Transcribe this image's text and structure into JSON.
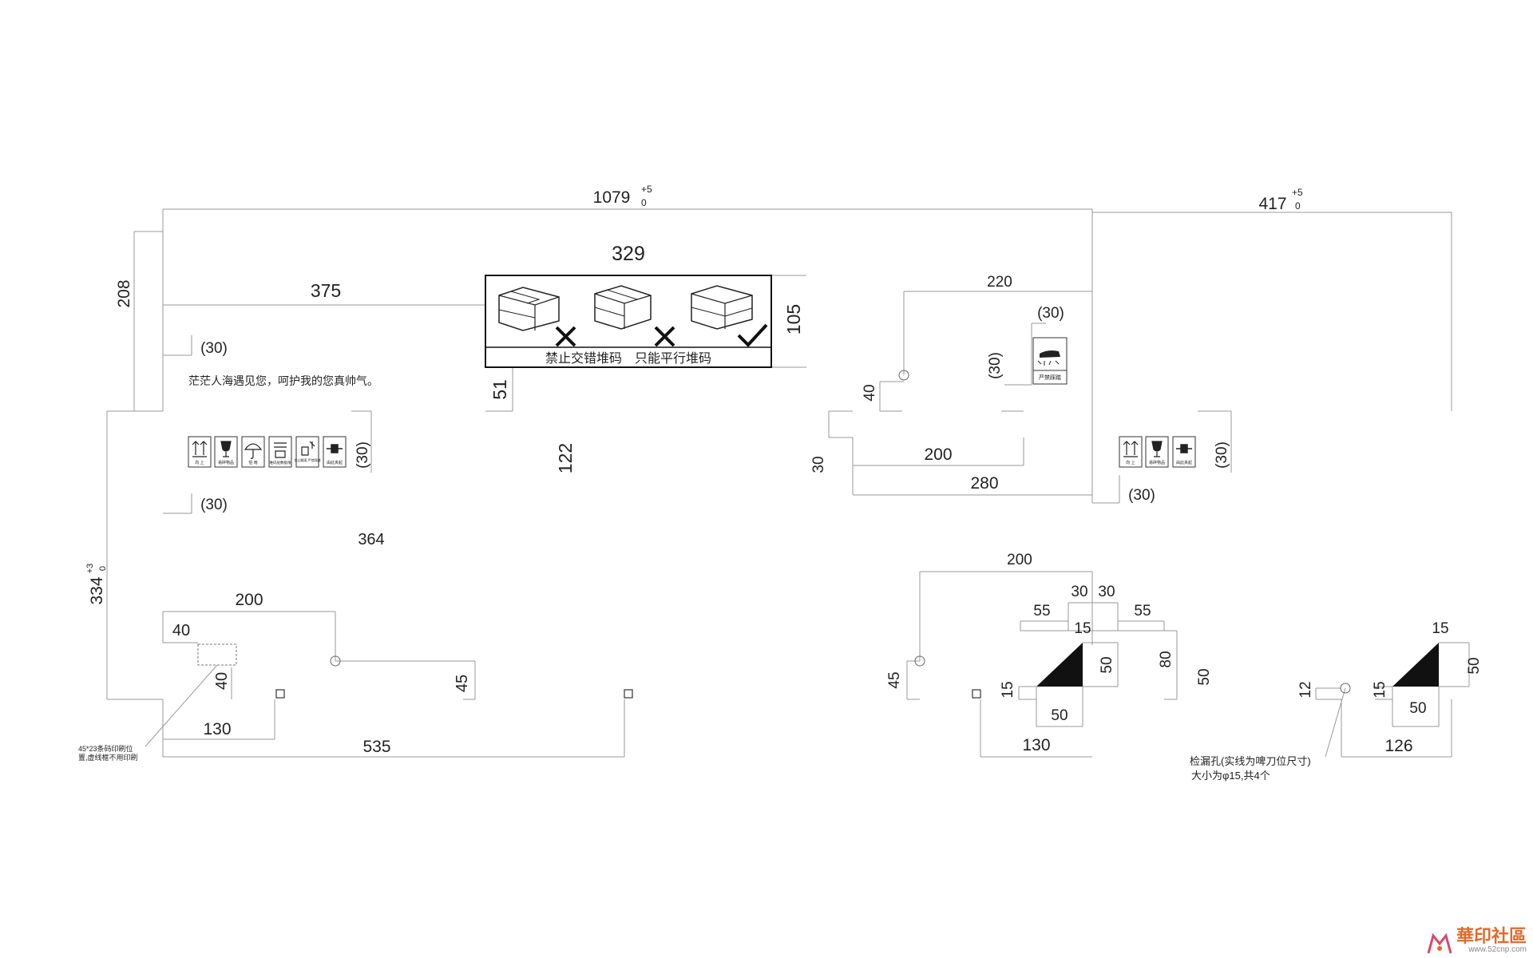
{
  "dimensions": {
    "total_width": "1079",
    "total_tol_plus": "+5",
    "total_tol_zero": "0",
    "right_width": "417",
    "right_tol_plus": "+5",
    "right_tol_zero": "0",
    "left_height": "208",
    "left_height_lower": "334",
    "left_height_tol_plus": "+3",
    "left_height_tol_zero": "0",
    "d375": "375",
    "d329": "329",
    "d105": "105",
    "d51": "51",
    "d122": "122",
    "d364": "364",
    "d220": "220",
    "d40a": "40",
    "d30a": "30",
    "d200a": "200",
    "d280": "280",
    "d200b": "200",
    "d40b": "40",
    "d40c": "40",
    "d45a": "45",
    "d130a": "130",
    "d535": "535",
    "d200c": "200",
    "d30b": "30",
    "d30c": "30",
    "d55a": "55",
    "d55b": "55",
    "d15a": "15",
    "d50a": "50",
    "d80": "80",
    "d50b": "50",
    "d45b": "45",
    "d15b": "15",
    "d50c": "50",
    "d130b": "130",
    "d12": "12",
    "d15c": "15",
    "d15d": "15",
    "d50d": "50",
    "d50e": "50",
    "d126": "126",
    "p30_1": "(30)",
    "p30_2": "(30)",
    "p30_3": "(30)",
    "p30_4": "(30)",
    "p30_5": "(30)",
    "p30_6": "(30)",
    "p30_7": "(30)"
  },
  "texts": {
    "slogan": "茫茫人海遇见您，呵护我的您真帅气。",
    "stacking_label": "禁止交错堆码　只能平行堆码",
    "barcode_note_1": "45*23条码印刷位",
    "barcode_note_2": "置,虚线框不用印刷",
    "leak_note_1": "检漏孔(实线为啤刀位尺寸)",
    "leak_note_2": "大小为φ15,共4个"
  },
  "left_icons": [
    {
      "icon": "arrows-up-icon",
      "label": "向 上"
    },
    {
      "icon": "fragile-glass-icon",
      "label": "易碎物品"
    },
    {
      "icon": "umbrella-icon",
      "label": "怕 雨"
    },
    {
      "icon": "stack-limit-icon",
      "label": "堆码层数极限"
    },
    {
      "icon": "no-hook-icon",
      "label": "禁止翻滚 严禁踩踏"
    },
    {
      "icon": "clamp-icon",
      "label": "由此夹起"
    }
  ],
  "right_icons": [
    {
      "icon": "arrows-up-icon",
      "label": "向 上"
    },
    {
      "icon": "fragile-glass-icon",
      "label": "易碎物品"
    },
    {
      "icon": "clamp-icon",
      "label": "由此夹起"
    }
  ],
  "no_step_icon": {
    "icon": "no-stepping-icon",
    "label": "严禁踩踏"
  },
  "watermark": {
    "title": "華印社區",
    "url": "www.52cnp.com"
  }
}
